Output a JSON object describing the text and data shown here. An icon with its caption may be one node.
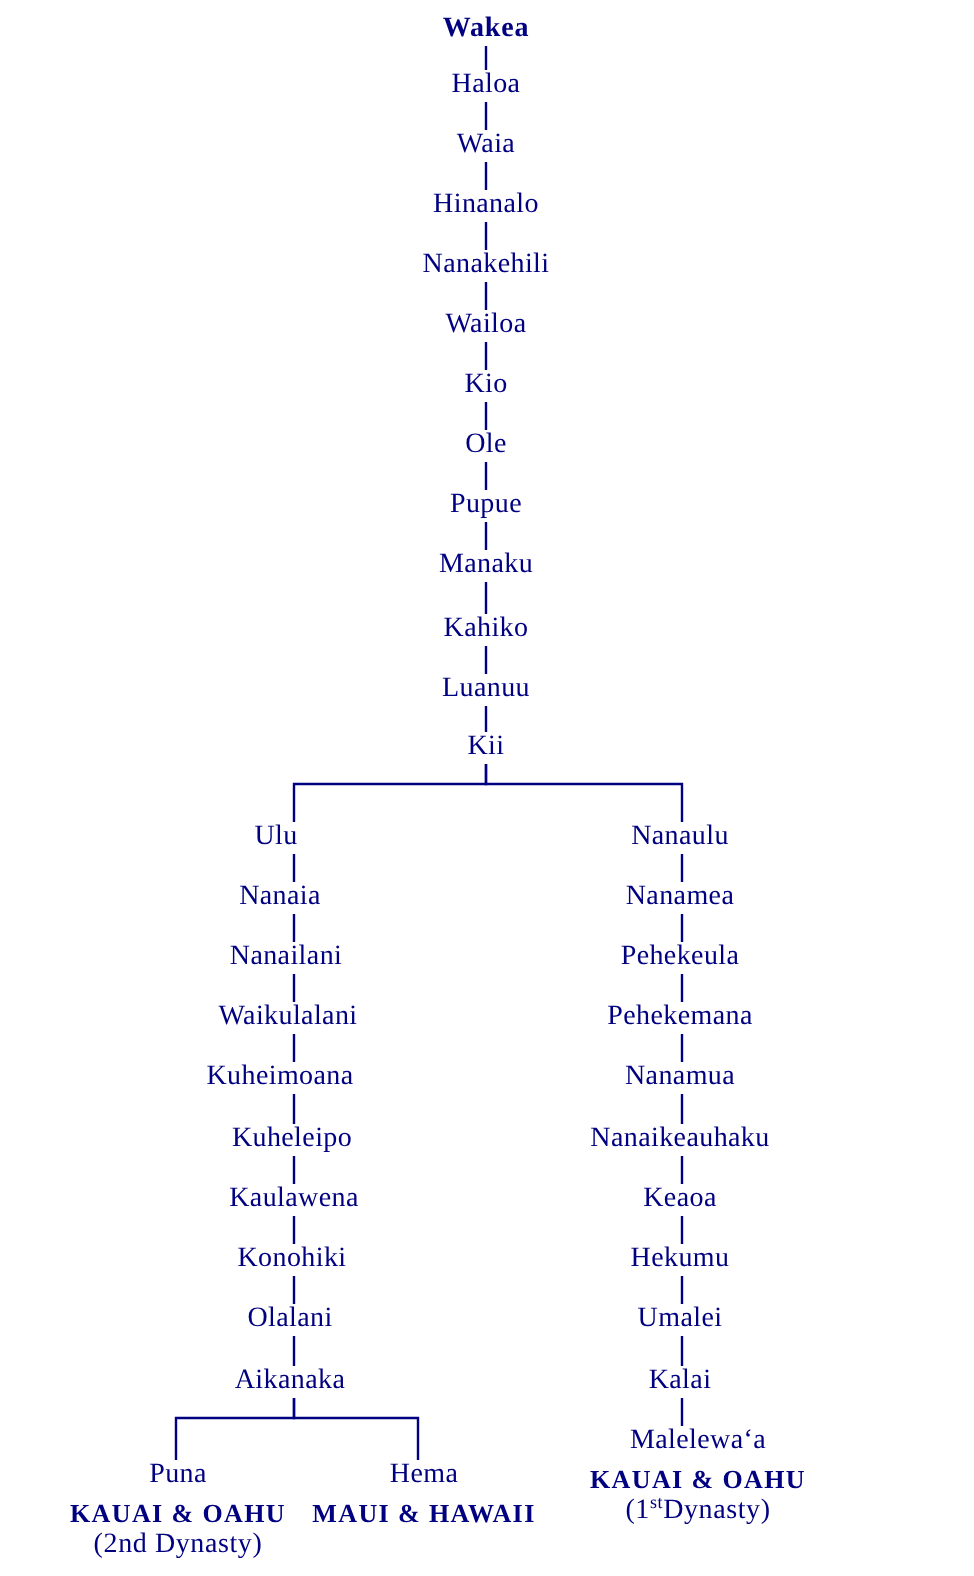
{
  "diagram": {
    "nodes": [
      {
        "text": [
          "Wakea"
        ]
      },
      {
        "text": [
          "Haloa"
        ]
      },
      {
        "text": [
          "Waia"
        ]
      },
      {
        "text": [
          "Hinanalo"
        ]
      },
      {
        "text": [
          "Nanakehili"
        ]
      },
      {
        "text": [
          "Wailoa"
        ]
      },
      {
        "text": [
          "Kio"
        ]
      },
      {
        "text": [
          "Ole"
        ]
      },
      {
        "text": [
          "Pupue"
        ]
      },
      {
        "text": [
          "Manaku"
        ]
      },
      {
        "text": [
          "Kahiko"
        ]
      },
      {
        "text": [
          "Luanuu"
        ]
      },
      {
        "text": [
          "Kii"
        ]
      },
      {
        "text": [
          "Ulu"
        ]
      },
      {
        "text": [
          "Nanaia"
        ]
      },
      {
        "text": [
          "Nanailani"
        ]
      },
      {
        "text": [
          "Waikulalani"
        ]
      },
      {
        "text": [
          "Kuheimoana"
        ]
      },
      {
        "text": [
          "Kuheleipo"
        ]
      },
      {
        "text": [
          "Kaulawena"
        ]
      },
      {
        "text": [
          "Konohiki"
        ]
      },
      {
        "text": [
          "Olalani"
        ]
      },
      {
        "text": [
          "Aikanaka"
        ]
      },
      {
        "text": [
          "Puna"
        ],
        "beside": [
          "KAUAI & OAHU",
          "(2nd Dynasty)"
        ]
      },
      {
        "text": [
          "Hema"
        ],
        "beside": [
          "MAUI & HAWAII"
        ]
      },
      {
        "text": [
          "Nanaulu"
        ]
      },
      {
        "text": [
          "Nanamea"
        ]
      },
      {
        "text": [
          "Pehekeula"
        ]
      },
      {
        "text": [
          "Pehekemana"
        ]
      },
      {
        "text": [
          "Nanamua"
        ]
      },
      {
        "text": [
          "Nanaikeauhaku"
        ]
      },
      {
        "text": [
          "Keaoa"
        ]
      },
      {
        "text": [
          "Hekumu"
        ]
      },
      {
        "text": [
          "Umalei"
        ]
      },
      {
        "text": [
          "Kalai"
        ]
      },
      {
        "text": [
          "Malelewa‘a"
        ],
        "beside": [
          "KAUAI & OAHU",
          "(1$^{st}$Dynasty)"
        ]
      }
    ],
    "edges": [
      {
        "from": 0,
        "to": 1,
        "arrow": "none"
      },
      {
        "from": 1,
        "to": 2,
        "arrow": "none"
      },
      {
        "from": 2,
        "to": 3,
        "arrow": "none"
      },
      {
        "from": 3,
        "to": 4,
        "arrow": "none"
      },
      {
        "from": 4,
        "to": 5,
        "arrow": "none"
      },
      {
        "from": 5,
        "to": 6,
        "arrow": "none"
      },
      {
        "from": 6,
        "to": 7,
        "arrow": "none"
      },
      {
        "from": 7,
        "to": 8,
        "arrow": "none"
      },
      {
        "from": 8,
        "to": 9,
        "arrow": "none"
      },
      {
        "from": 9,
        "to": 10,
        "arrow": "none"
      },
      {
        "from": 10,
        "to": 11,
        "arrow": "none"
      },
      {
        "from": 11,
        "to": 12,
        "arrow": "none"
      },
      {
        "from": 12,
        "to": 13,
        "arrow": "none"
      },
      {
        "from": 12,
        "to": 25,
        "arrow": "none"
      },
      {
        "from": 13,
        "to": 14,
        "arrow": "none"
      },
      {
        "from": 14,
        "to": 15,
        "arrow": "none"
      },
      {
        "from": 15,
        "to": 16,
        "arrow": "none"
      },
      {
        "from": 16,
        "to": 17,
        "arrow": "none"
      },
      {
        "from": 17,
        "to": 18,
        "arrow": "none"
      },
      {
        "from": 18,
        "to": 19,
        "arrow": "none"
      },
      {
        "from": 19,
        "to": 20,
        "arrow": "none"
      },
      {
        "from": 20,
        "to": 21,
        "arrow": "none"
      },
      {
        "from": 21,
        "to": 22,
        "arrow": "none"
      },
      {
        "from": 22,
        "to": 23,
        "arrow": "none"
      },
      {
        "from": 22,
        "to": 24,
        "arrow": "none"
      },
      {
        "from": 25,
        "to": 26,
        "arrow": "none"
      },
      {
        "from": 26,
        "to": 27,
        "arrow": "none"
      },
      {
        "from": 27,
        "to": 28,
        "arrow": "none"
      },
      {
        "from": 28,
        "to": 29,
        "arrow": "none"
      },
      {
        "from": 29,
        "to": 30,
        "arrow": "none"
      },
      {
        "from": 30,
        "to": 31,
        "arrow": "none"
      },
      {
        "from": 31,
        "to": 32,
        "arrow": "none"
      },
      {
        "from": 32,
        "to": 33,
        "arrow": "none"
      },
      {
        "from": 33,
        "to": 34,
        "arrow": "none"
      },
      {
        "from": 34,
        "to": 35,
        "arrow": "none"
      }
    ]
  }
}
